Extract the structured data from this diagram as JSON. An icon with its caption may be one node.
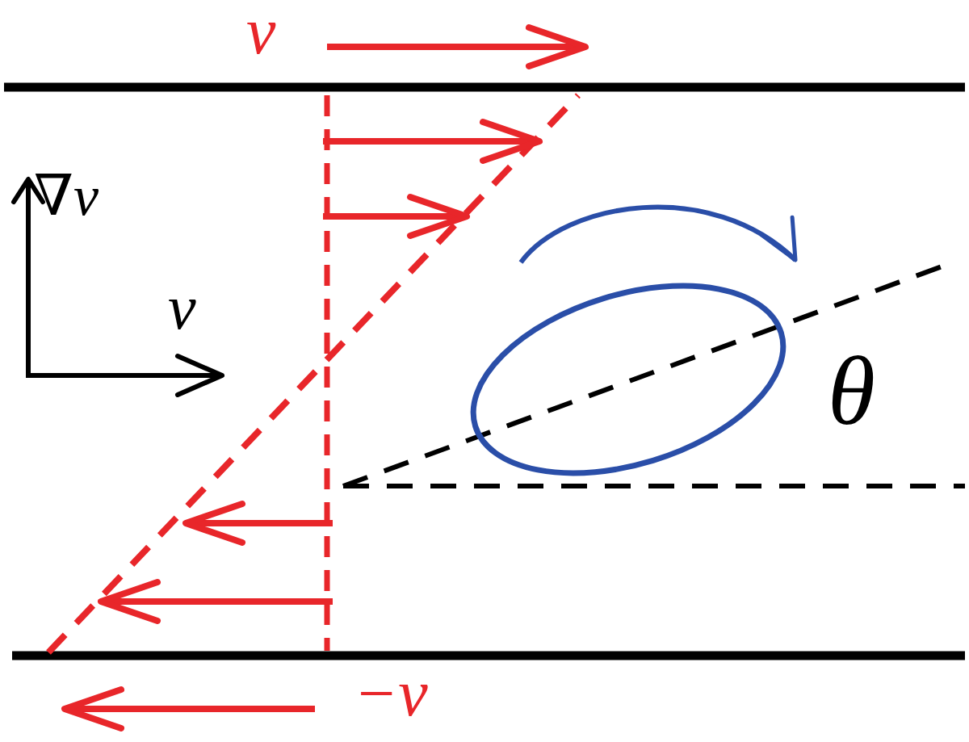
{
  "diagram": {
    "labels": [
      "v",
      "∇v",
      "v",
      "θ",
      "−v"
    ]
  }
}
